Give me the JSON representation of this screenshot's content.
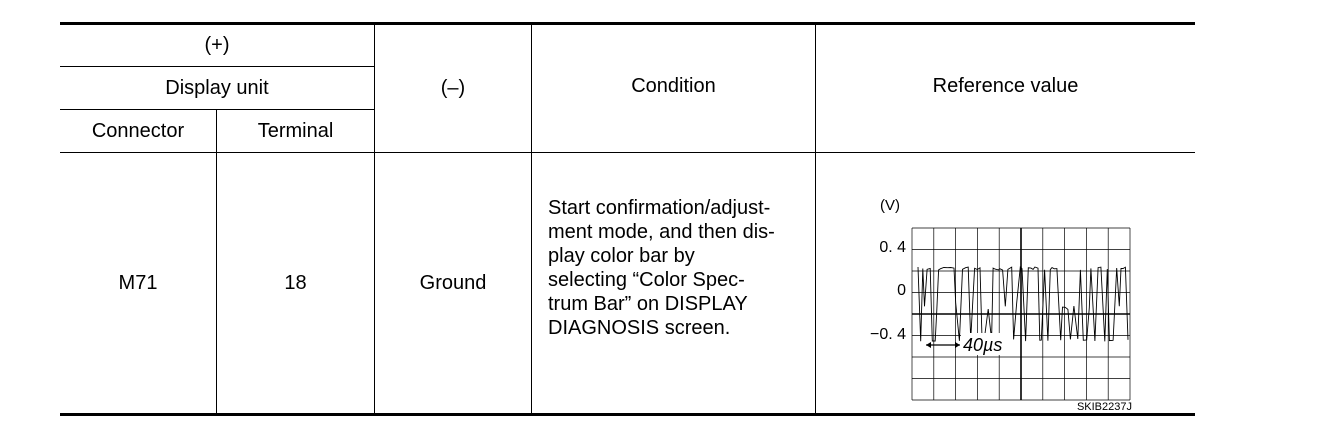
{
  "table": {
    "header": {
      "plus": "(+)",
      "display_unit": "Display unit",
      "connector": "Connector",
      "terminal": "Terminal",
      "minus": "(–)",
      "condition": "Condition",
      "reference_value": "Reference value"
    },
    "row": {
      "connector": "M71",
      "terminal": "18",
      "minus": "Ground",
      "condition_lines": [
        "Start confirmation/adjust-",
        "ment mode, and then dis-",
        "play color bar by",
        "selecting “Color Spec-",
        "trum Bar” on DISPLAY",
        "DIAGNOSIS screen."
      ],
      "waveform": {
        "unit_label": "(V)",
        "y_labels": [
          "0. 4",
          "0",
          "−0. 4"
        ],
        "time_label": "40µs",
        "figure_id": "SKIB2237J"
      }
    }
  }
}
